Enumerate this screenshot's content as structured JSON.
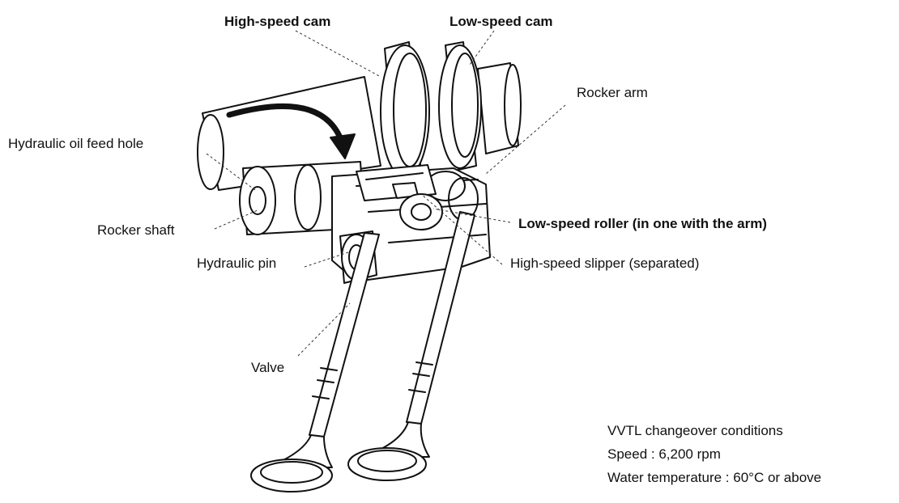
{
  "labels": {
    "high_speed_cam": "High-speed cam",
    "low_speed_cam": "Low-speed cam",
    "rocker_arm": "Rocker arm",
    "hydraulic_oil_feed_hole": "Hydraulic oil feed hole",
    "rocker_shaft": "Rocker shaft",
    "low_speed_roller": "Low-speed roller (in one with the arm)",
    "hydraulic_pin": "Hydraulic pin",
    "high_speed_slipper": "High-speed slipper (separated)",
    "valve": "Valve"
  },
  "conditions": {
    "title": "VVTL changeover conditions",
    "speed": "Speed : 6,200 rpm",
    "water_temperature": "Water temperature : 60°C or above"
  }
}
